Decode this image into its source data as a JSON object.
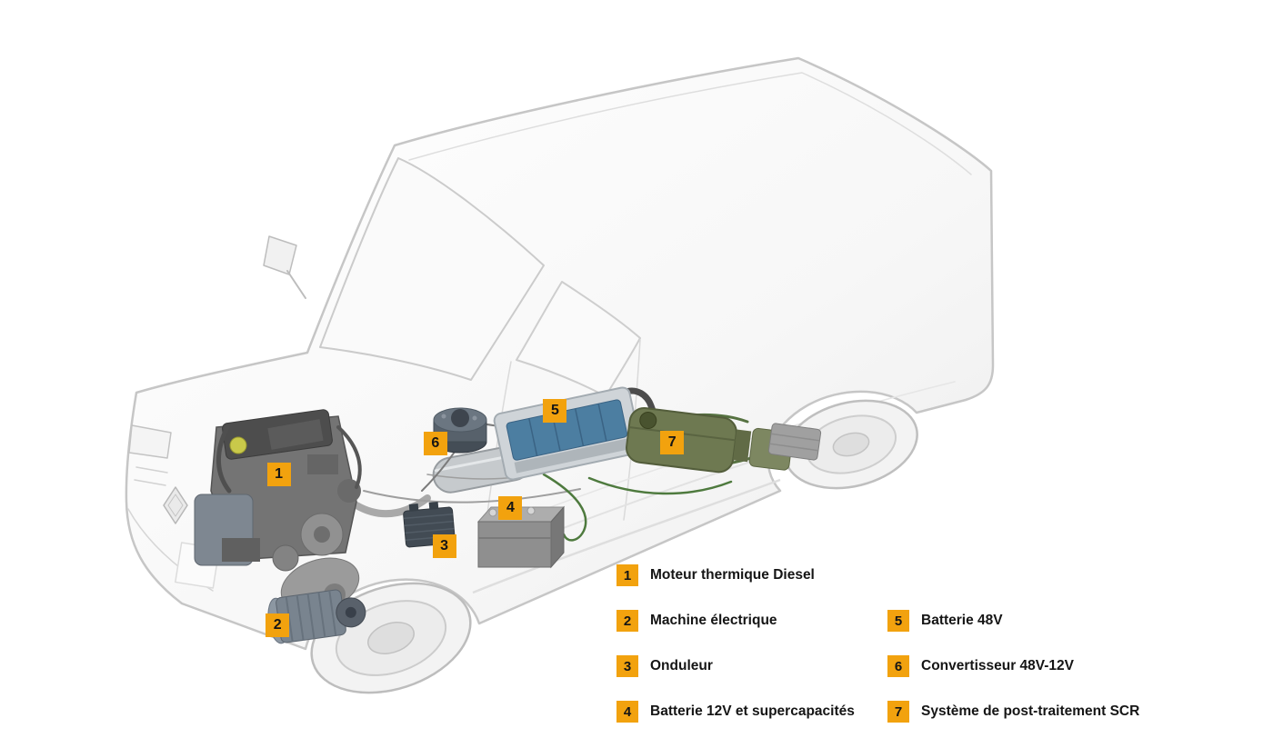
{
  "colors": {
    "background": "#ffffff",
    "marker_bg": "#F2A20E",
    "marker_fg": "#151515",
    "legend_fg": "#151515",
    "body_outline": "#c6c6c6",
    "battery48_blue": "#4c7ea1",
    "scr_olive": "#6e7951",
    "cable_green": "#4e7a3e"
  },
  "diagram": {
    "description": "Cutaway van hybrid powertrain diagram with numbered components",
    "markers": [
      {
        "number": "1",
        "x": 21.9,
        "y": 63.4
      },
      {
        "number": "2",
        "x": 21.8,
        "y": 83.6
      },
      {
        "number": "3",
        "x": 34.9,
        "y": 73.0
      },
      {
        "number": "4",
        "x": 40.1,
        "y": 67.9
      },
      {
        "number": "5",
        "x": 43.6,
        "y": 54.9
      },
      {
        "number": "6",
        "x": 34.2,
        "y": 59.3
      },
      {
        "number": "7",
        "x": 52.8,
        "y": 59.2
      }
    ]
  },
  "legend": {
    "columns": [
      {
        "items": [
          {
            "number": "1",
            "label": "Moteur thermique Diesel"
          },
          {
            "number": "2",
            "label": "Machine électrique"
          },
          {
            "number": "3",
            "label": "Onduleur"
          },
          {
            "number": "4",
            "label": "Batterie 12V et supercapacités"
          }
        ]
      },
      {
        "items": [
          {
            "number": "5",
            "label": "Batterie 48V"
          },
          {
            "number": "6",
            "label": "Convertisseur 48V-12V"
          },
          {
            "number": "7",
            "label": "Système de post-traitement SCR"
          }
        ]
      }
    ]
  }
}
